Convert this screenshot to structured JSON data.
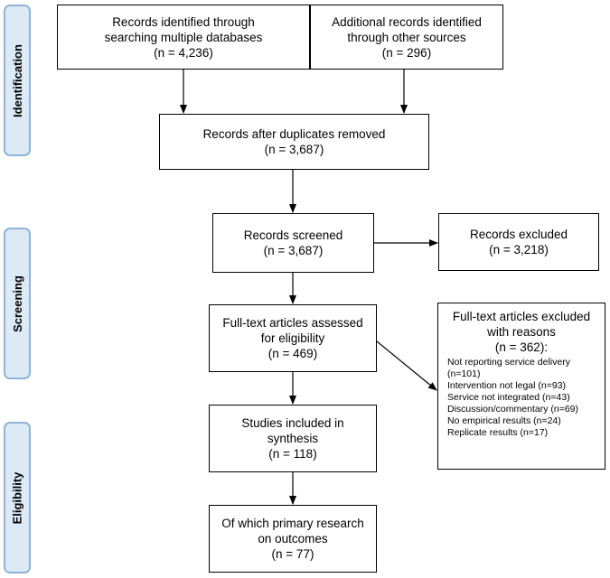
{
  "phases": {
    "identification": "Identification",
    "screening": "Screening",
    "eligibility": "Eligibility"
  },
  "boxes": {
    "databases": [
      "Records identified through",
      "searching multiple databases",
      "(n = 4,236)"
    ],
    "other_sources": [
      "Additional records identified",
      "through other sources",
      "(n = 296)"
    ],
    "duplicates_removed": [
      "Records after duplicates removed",
      "(n = 3,687)"
    ],
    "screened": [
      "Records screened",
      "(n = 3,687)"
    ],
    "excluded": [
      "Records excluded",
      "(n = 3,218)"
    ],
    "fulltext_assessed": [
      "Full-text articles assessed",
      "for eligibility",
      "(n = 469)"
    ],
    "fulltext_excluded": {
      "heading": [
        "Full-text articles excluded",
        "with reasons",
        "(n = 362):"
      ],
      "reasons": [
        "Not reporting service delivery",
        "(n=101)",
        "Intervention not legal (n=93)",
        "Service not integrated (n=43)",
        "Discussion/commentary (n=69)",
        "No empirical results (n=24)",
        "Replicate results (n=17)"
      ]
    },
    "included": [
      "Studies included in",
      "synthesis",
      "(n = 118)"
    ],
    "primary_research": [
      "Of which primary research",
      "on outcomes",
      "(n = 77)"
    ]
  }
}
